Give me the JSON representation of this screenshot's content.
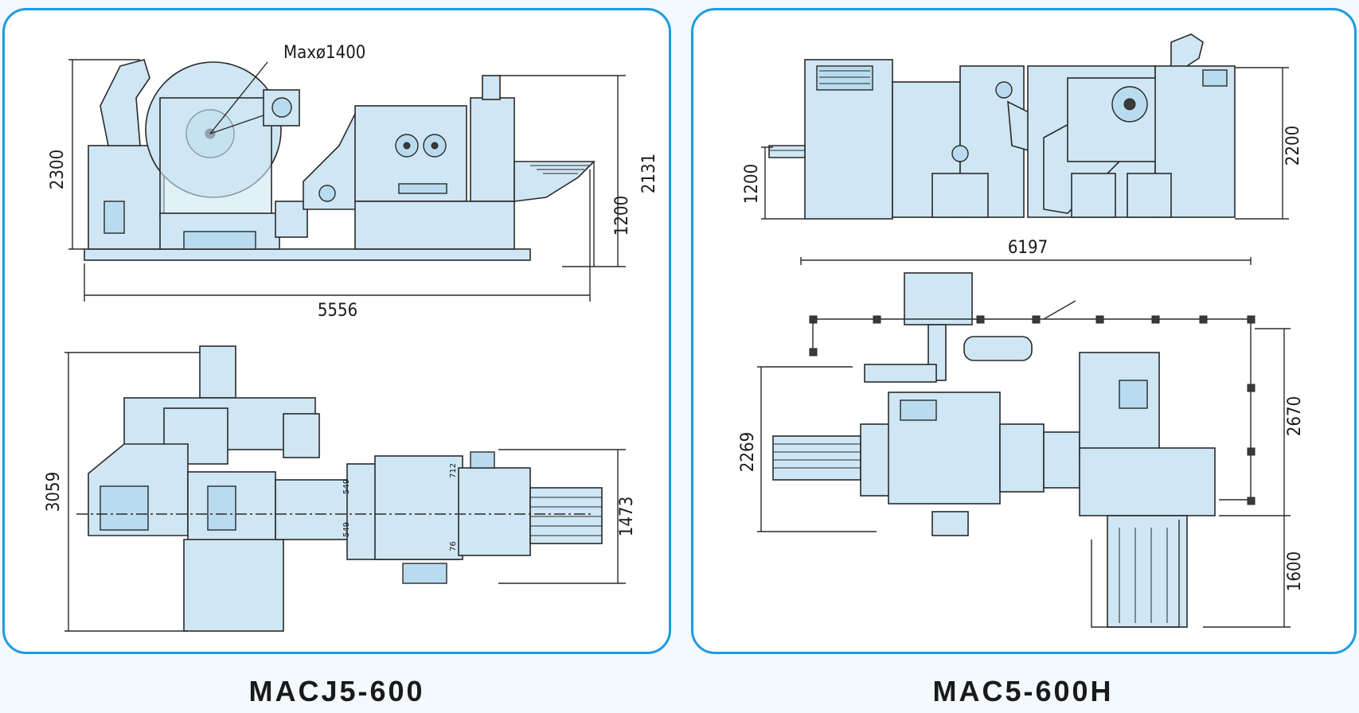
{
  "machines": [
    {
      "model": "MACJ5-600",
      "dimensions": {
        "max_coil": "Maxø1400",
        "height_total": "2300",
        "length": "5556",
        "pass_line": "1200",
        "height_feeder": "2131",
        "width_plan": "3059",
        "width_feeder": "1473",
        "small_labels": [
          "549",
          "549",
          "712",
          "76"
        ]
      }
    },
    {
      "model": "MAC5-600H",
      "dimensions": {
        "pass_line": "1200",
        "height": "2200",
        "length": "6197",
        "width_plan": "2269",
        "width_total": "2670",
        "stand_width": "1600"
      }
    }
  ],
  "colors": {
    "border": "#1e9be0",
    "machine_fill": "#cfe6f4",
    "line": "#2a2a2a",
    "background": "#f3f9fd"
  }
}
